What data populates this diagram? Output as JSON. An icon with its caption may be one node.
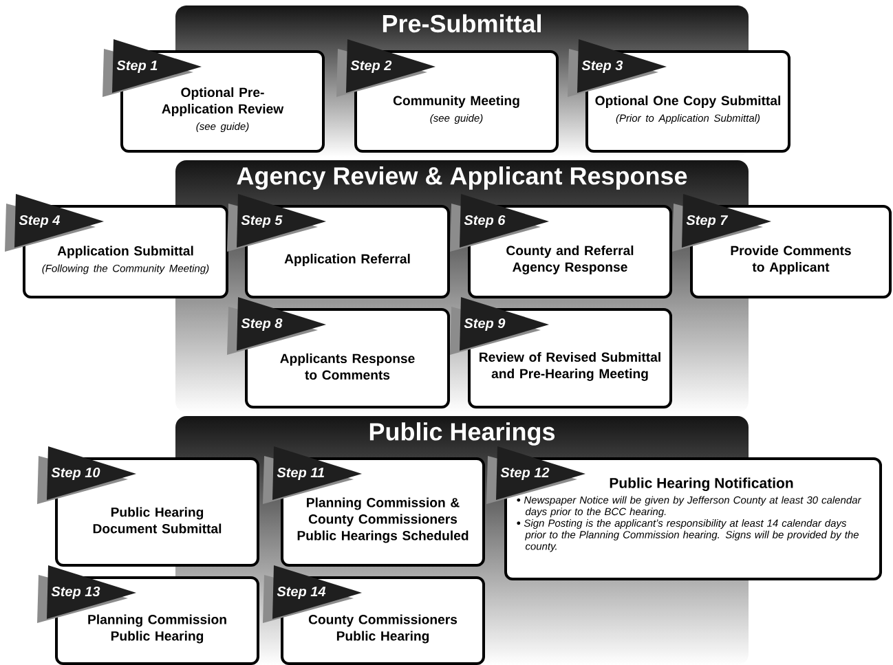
{
  "diagram": {
    "nodes": [
      {
        "text": [
          "Pre-Submittal"
        ]
      },
      {
        "text": [
          "Step 1",
          "Optional Pre-Application Review",
          "(see guide)"
        ]
      },
      {
        "text": [
          "Step 2",
          "Community Meeting",
          "(see guide)"
        ]
      },
      {
        "text": [
          "Step 3",
          "Optional One Copy Submittal",
          "(Prior to Application Submittal)"
        ]
      },
      {
        "text": [
          "Agency Review & Applicant Response"
        ]
      },
      {
        "text": [
          "Step 4",
          "Application Submittal",
          "(Following the Community Meeting)"
        ]
      },
      {
        "text": [
          "Step 5",
          "Application Referral"
        ]
      },
      {
        "text": [
          "Step 6",
          "County and Referral Agency Response"
        ]
      },
      {
        "text": [
          "Step 7",
          "Provide Comments to Applicant"
        ]
      },
      {
        "text": [
          "Step 8",
          "Applicants Response to Comments"
        ]
      },
      {
        "text": [
          "Step 9",
          "Review of Revised Submittal and Pre-Hearing Meeting"
        ]
      },
      {
        "text": [
          "Public Hearings"
        ]
      },
      {
        "text": [
          "Step 10",
          "Public Hearing Document Submittal"
        ]
      },
      {
        "text": [
          "Step 11",
          "Planning Commission & County Commissioners Public Hearings Scheduled"
        ]
      },
      {
        "text": [
          "Step 12",
          "Public Hearing Notification",
          "Newspaper Notice will be given by Jefferson County at least 30 calendar days prior to the BCC hearing.",
          "Sign Posting is the applicant’s responsibility at least 14 calendar days prior to the Planning Commission hearing.  Signs will be provided by the county."
        ]
      },
      {
        "text": [
          "Step 13",
          "Planning Commission Public Hearing"
        ]
      },
      {
        "text": [
          "Step 14",
          "County Commissioners Public Hearing"
        ]
      }
    ]
  }
}
